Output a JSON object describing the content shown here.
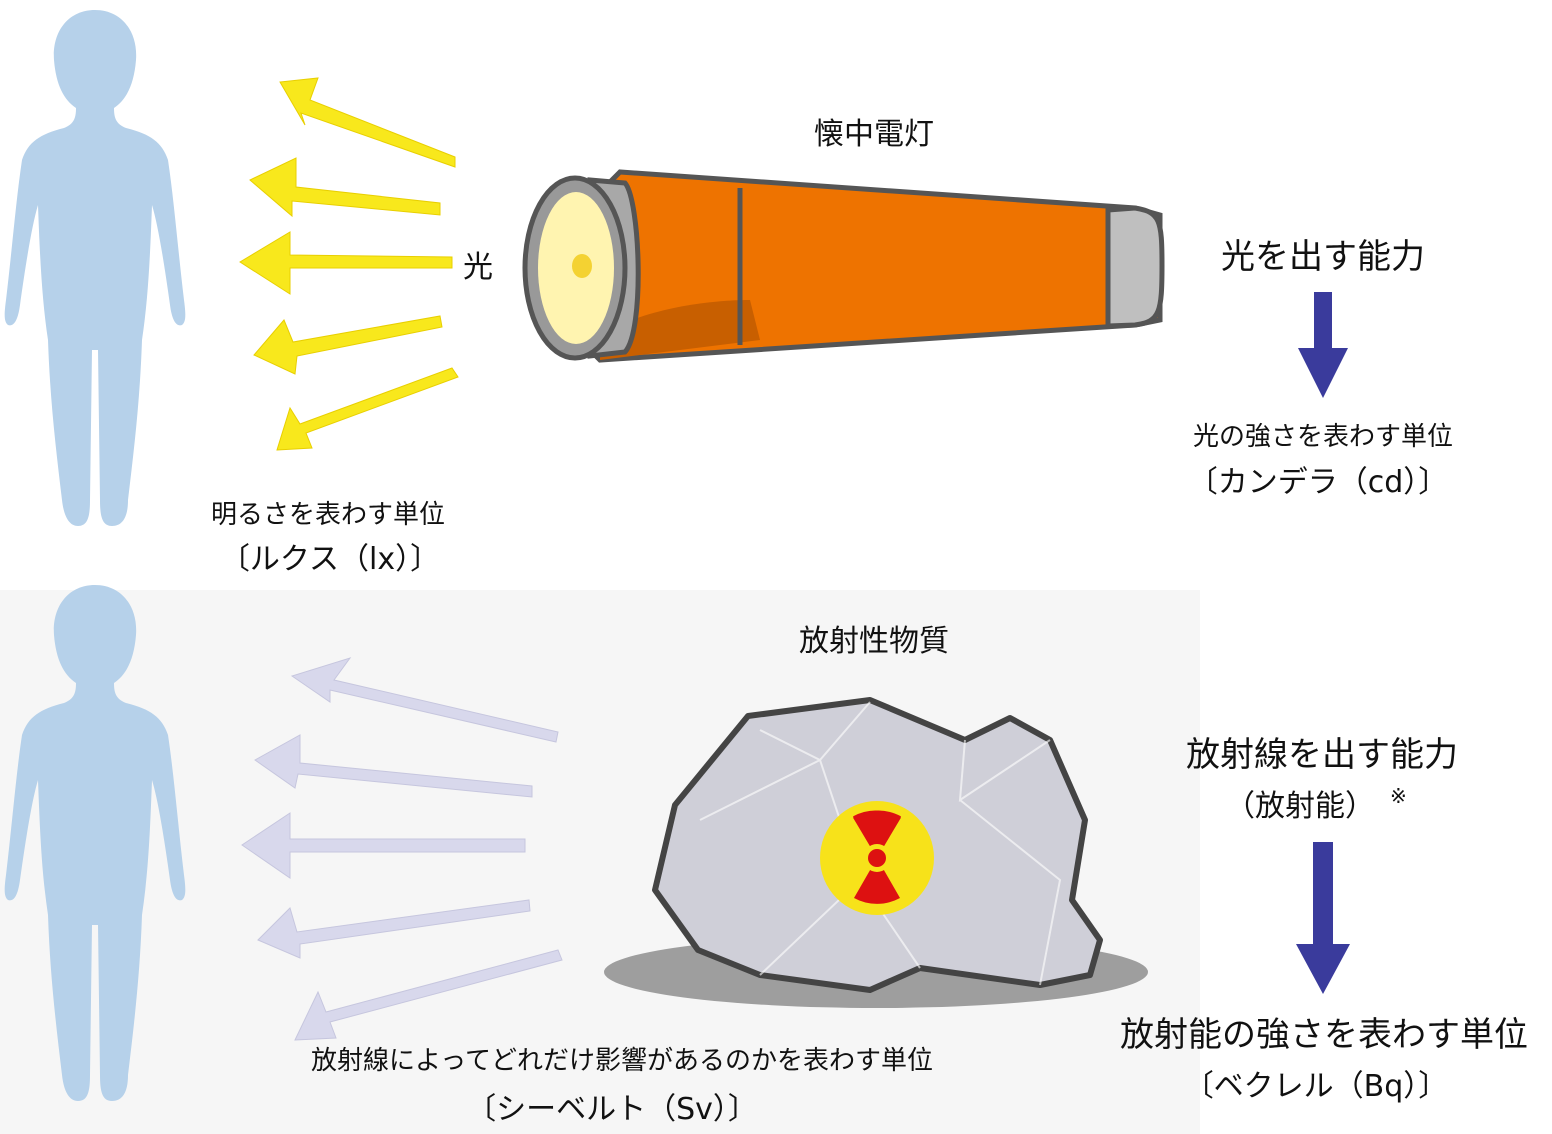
{
  "top": {
    "object_label": "懐中電灯",
    "emission_label": "光",
    "source_ability": "光を出す能力",
    "source_unit_desc": "光の強さを表わす単位",
    "source_unit": "〔カンデラ（cd）〕",
    "received_unit_desc": "明るさを表わす単位",
    "received_unit": "〔ルクス（lx）〕"
  },
  "bottom": {
    "object_label": "放射性物質",
    "source_ability": "放射線を出す能力",
    "source_ability_sub": "（放射能）",
    "source_ability_mark": "※",
    "source_unit_desc": "放射能の強さを表わす単位",
    "source_unit": "〔ベクレル（Bq）〕",
    "received_unit_desc": "放射線によってどれだけ影響があるのかを表わす単位",
    "received_unit": "〔シーベルト（Sv）〕"
  },
  "icons": [
    "person-silhouette-icon",
    "light-ray-arrow-icon",
    "flashlight-icon",
    "radioactive-rock-icon",
    "radiation-symbol-icon",
    "down-arrow-icon"
  ],
  "colors": {
    "person": "#b6d1ea",
    "light_arrow": "#f8e81c",
    "radiation_arrow": "#d8d8ec",
    "flashlight_body": "#ee7300",
    "flow_arrow": "#3a3b9c",
    "radiation_symbol_red": "#dd1111",
    "radiation_symbol_yellow": "#f7e21a"
  }
}
